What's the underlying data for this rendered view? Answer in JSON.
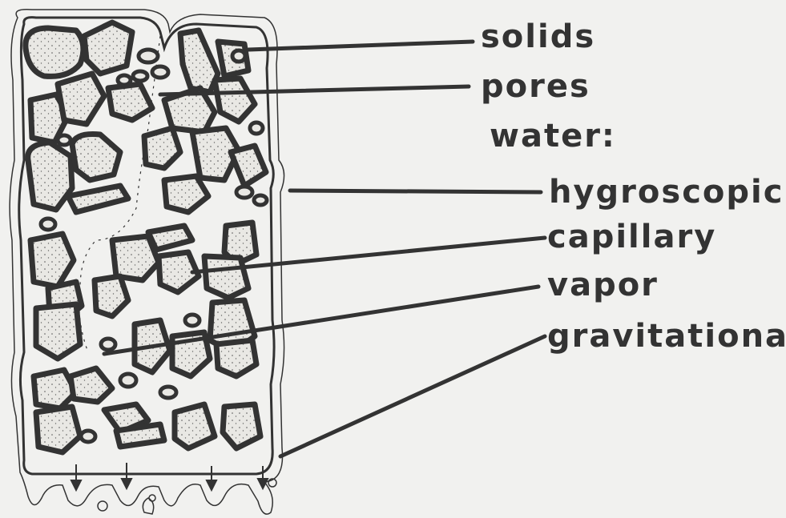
{
  "labels": {
    "solids": "solids",
    "pores": "pores",
    "water": "water:",
    "hygroscopic": "hygroscopic",
    "capillary": "capillary",
    "vapor": "vapor",
    "gravitational": "gravitational"
  },
  "colors": {
    "background": "#f1f1ef",
    "ink": "#333333",
    "particle_fill": "#e9e8e4"
  }
}
